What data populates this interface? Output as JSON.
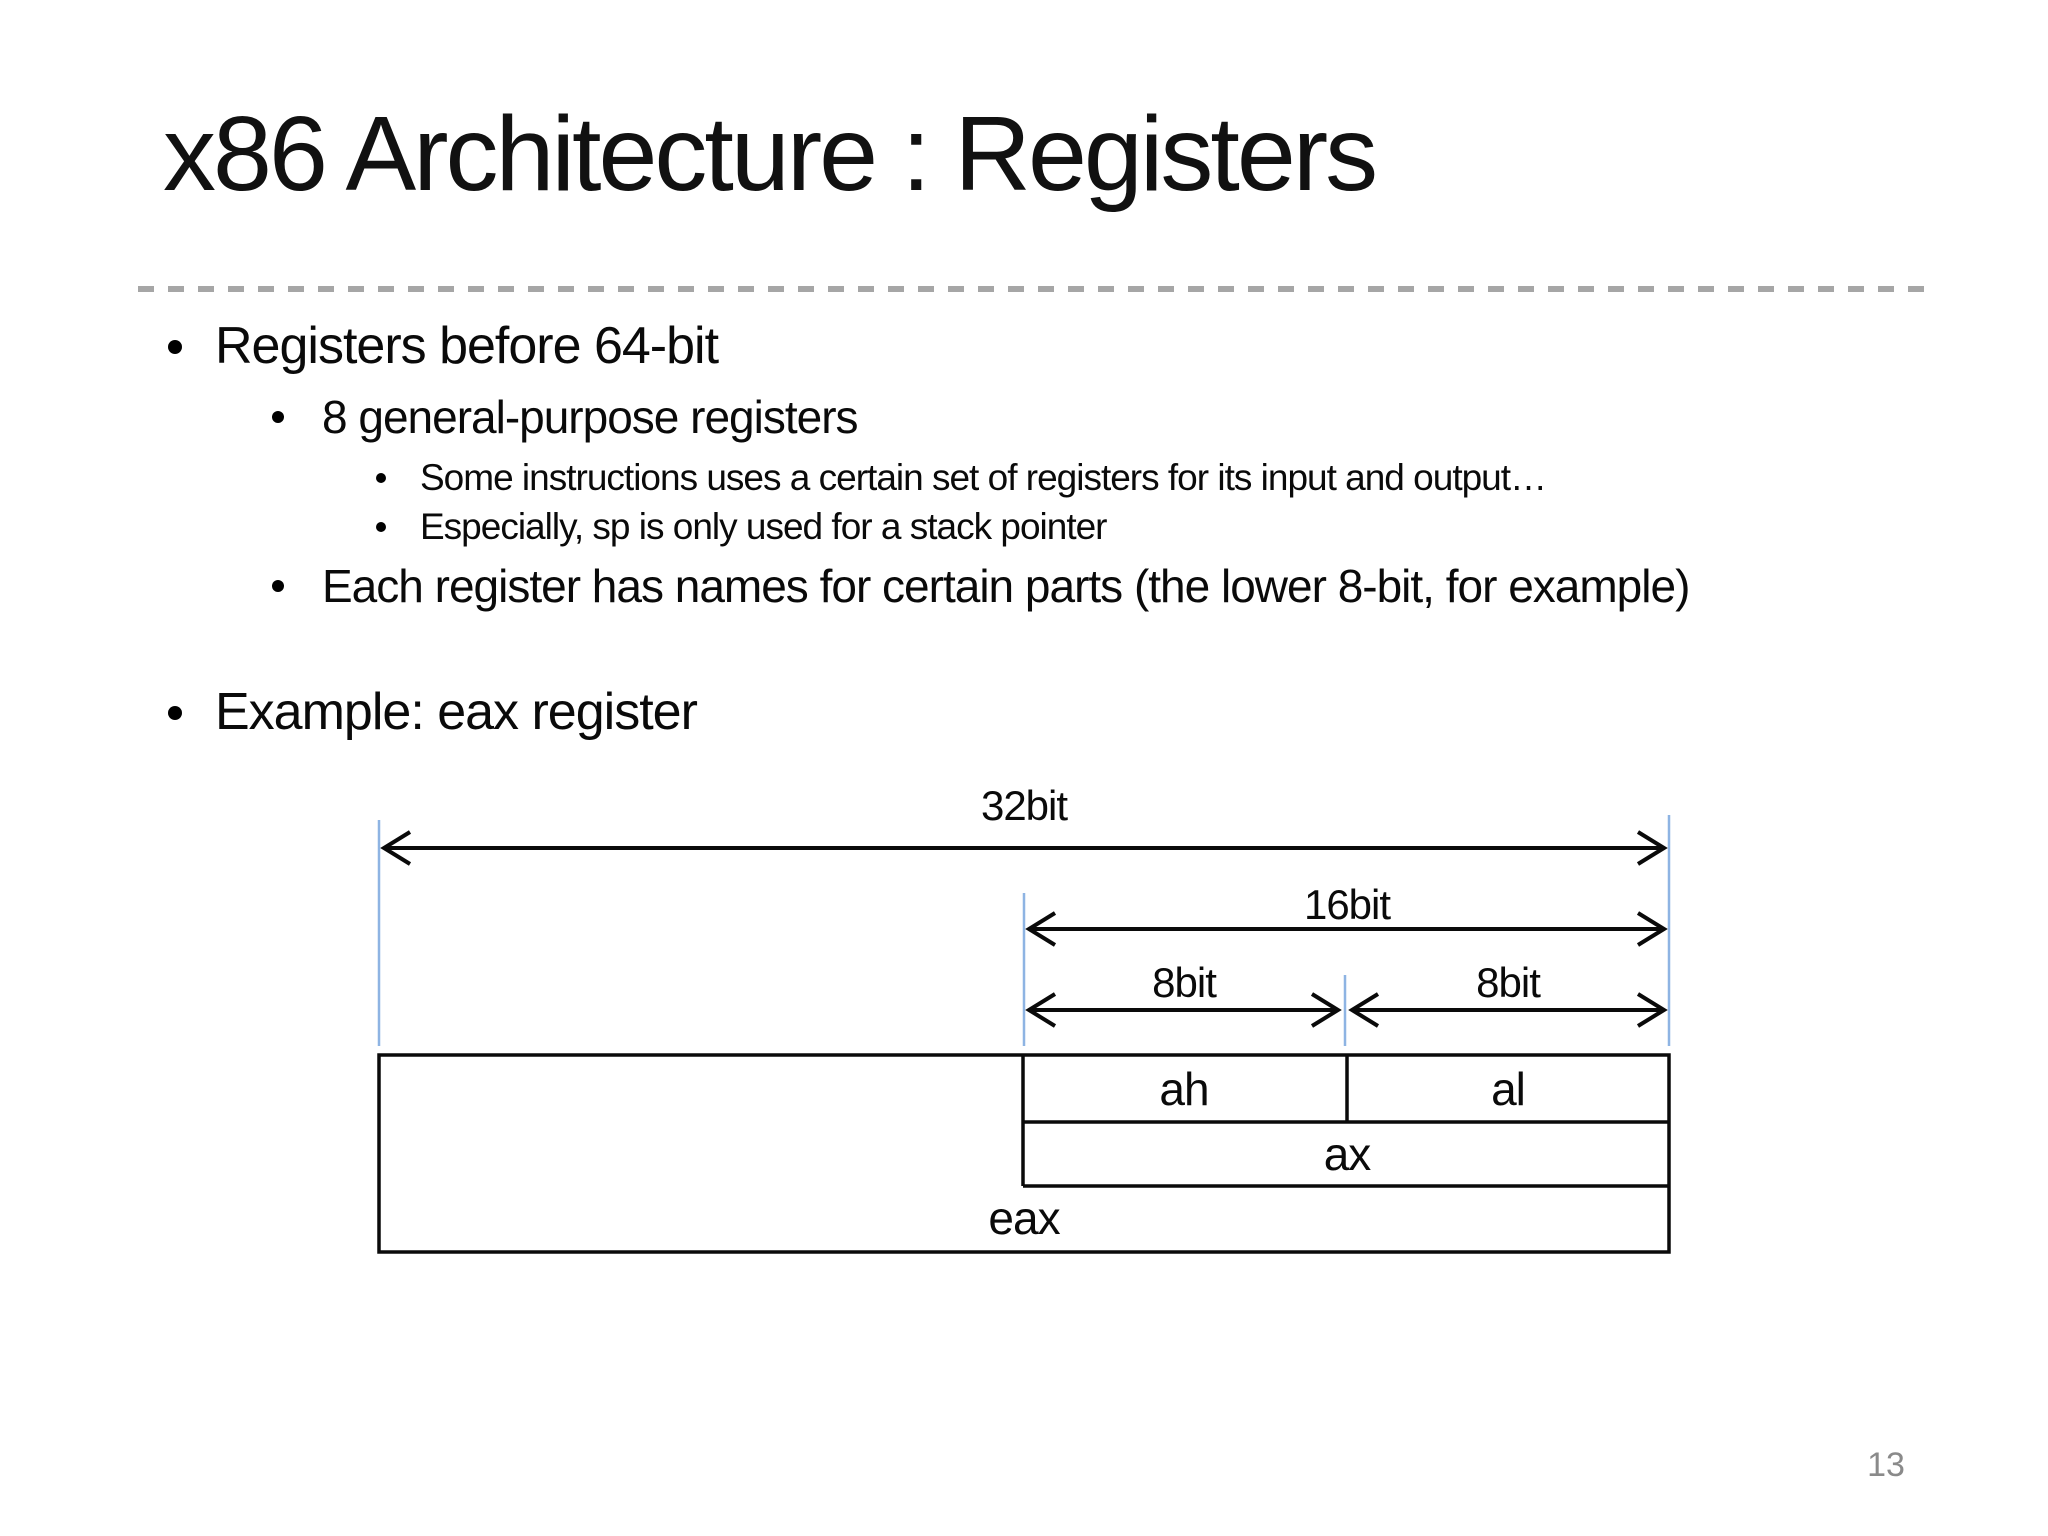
{
  "slide": {
    "title": "x86 Architecture : Registers",
    "page_number": "13"
  },
  "bullets": [
    {
      "level": 1,
      "text": "Registers before 64-bit"
    },
    {
      "level": 2,
      "text": "8 general-purpose registers"
    },
    {
      "level": 3,
      "text": "Some instructions uses a certain set of registers for its input and output…"
    },
    {
      "level": 3,
      "text": "Especially, sp is only used for a stack pointer"
    },
    {
      "level": 2,
      "text": "Each register has names for certain parts (the lower 8-bit, for example)"
    },
    {
      "level": 1,
      "text": "Example: eax register"
    }
  ],
  "diagram": {
    "dim_32bit": "32bit",
    "dim_16bit": "16bit",
    "dim_8bit_high": "8bit",
    "dim_8bit_low": "8bit",
    "cell_ah": "ah",
    "cell_al": "al",
    "cell_ax": "ax",
    "cell_eax": "eax"
  },
  "colors": {
    "guide_line_blue": "#8eb4e3",
    "divider_gray": "#a6a6a6",
    "page_number_gray": "#8a8a8a",
    "stroke_black": "#0a0a0a"
  }
}
